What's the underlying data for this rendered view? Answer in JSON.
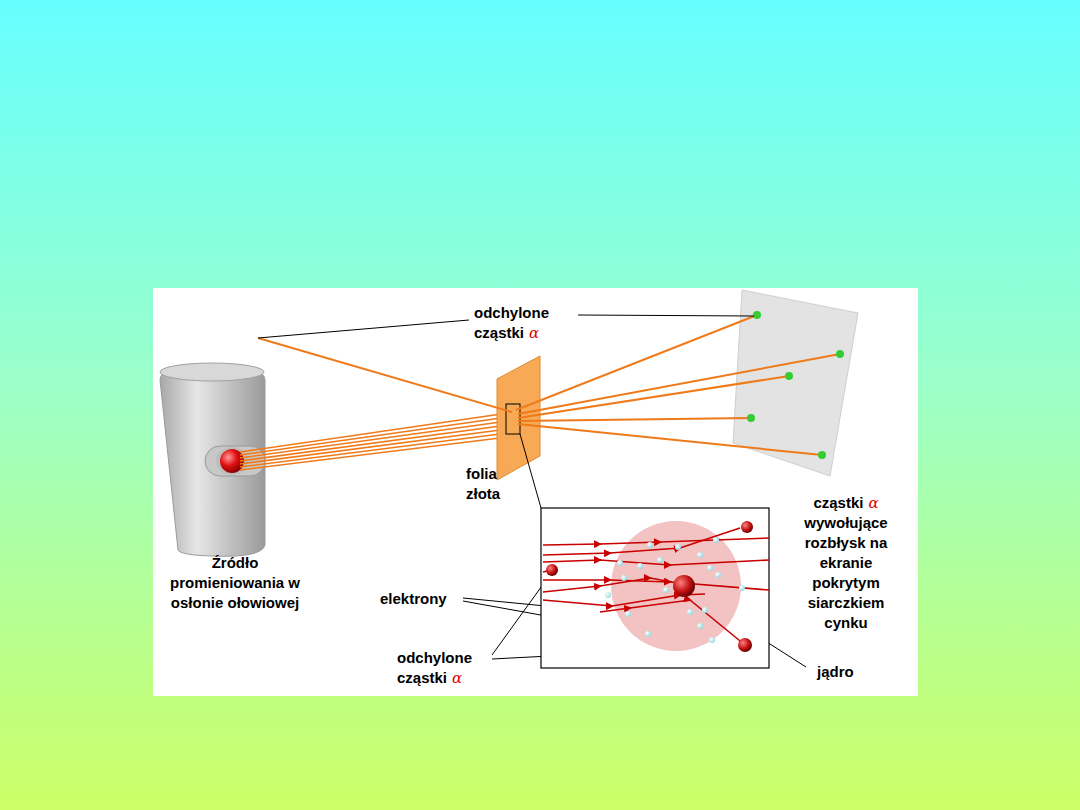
{
  "diagram": {
    "labels": [
      "odchylone cząstki",
      "α",
      "folia złota",
      "Źródło promieniowania w osłonie ołowiowej",
      "elektrony",
      "odchylone cząstki",
      "α",
      "cząstki",
      "α",
      "wywołujące rozbłysk na ekranie pokrytym siarczkiem cynku",
      "jądro"
    ]
  }
}
